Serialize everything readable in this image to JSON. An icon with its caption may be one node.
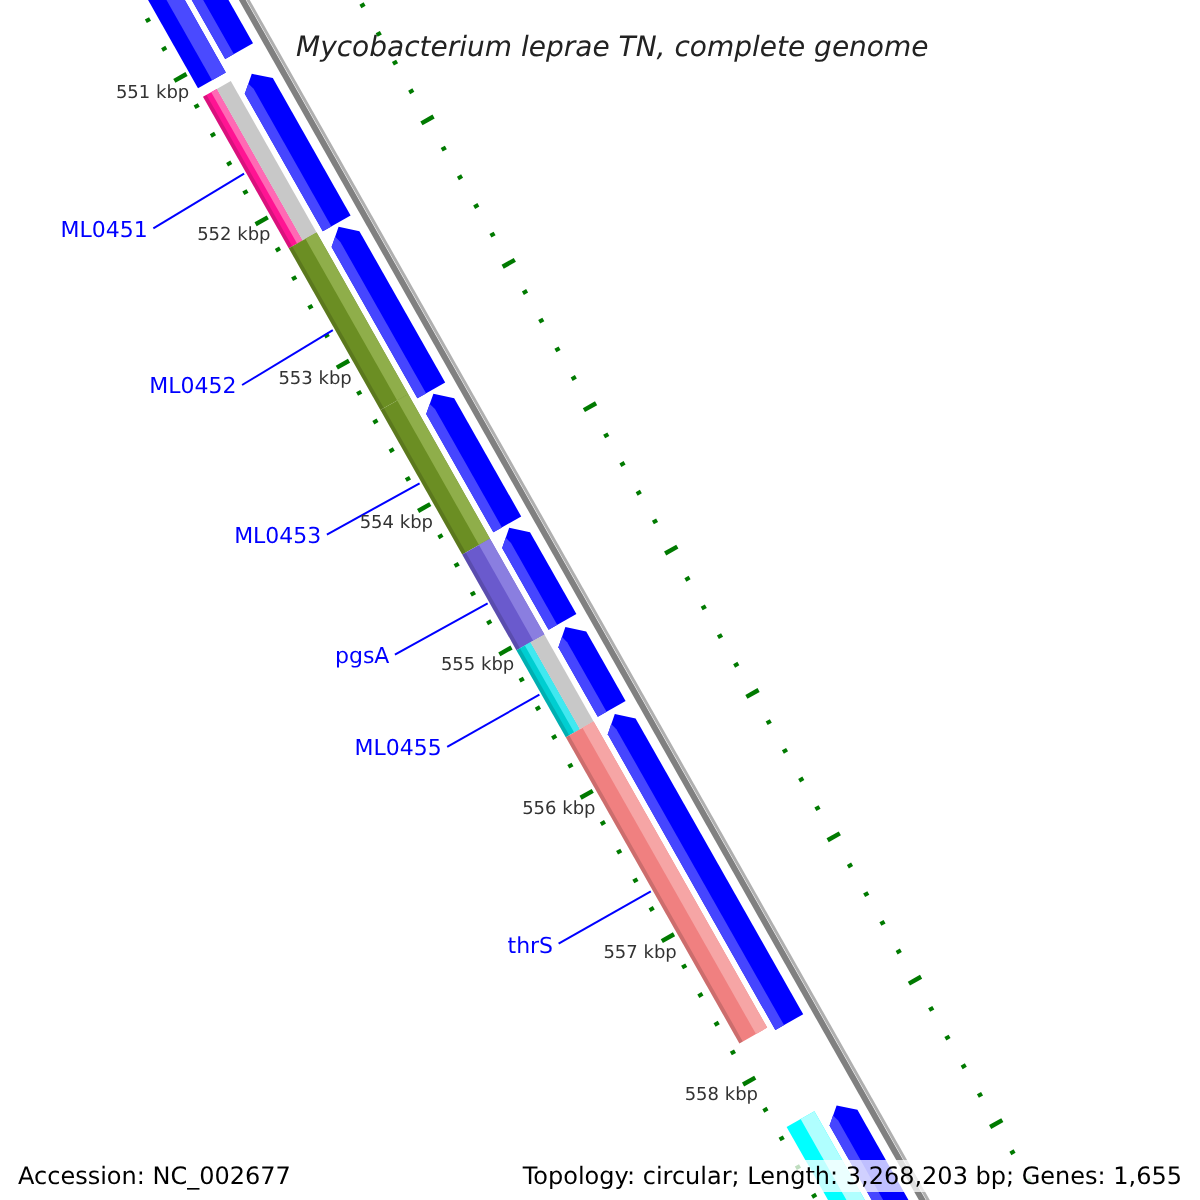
{
  "diagram": {
    "title": "Mycobacterium leprae TN, complete genome",
    "nodes": [
      {
        "text": [
          "ML0451"
        ]
      },
      {
        "text": [
          "ML0452"
        ]
      },
      {
        "text": [
          "ML0453"
        ]
      },
      {
        "text": [
          "pgsA"
        ]
      },
      {
        "text": [
          "ML0455"
        ]
      },
      {
        "text": [
          "thrS"
        ]
      },
      {
        "text": [],
        "shape": "bar"
      },
      {
        "text": [],
        "shape": "bar"
      },
      {
        "text": [],
        "shape": "bar"
      },
      {
        "text": [],
        "shape": "bar"
      },
      {
        "text": [],
        "shape": "bar"
      },
      {
        "text": [],
        "shape": "bar"
      }
    ],
    "edges": [
      {
        "from": 0,
        "to": 6,
        "arrow": "none"
      },
      {
        "from": 1,
        "to": 7,
        "arrow": "none"
      },
      {
        "from": 2,
        "to": 8,
        "arrow": "none"
      },
      {
        "from": 3,
        "to": 9,
        "arrow": "none"
      },
      {
        "from": 4,
        "to": 10,
        "arrow": "none"
      },
      {
        "from": 5,
        "to": 11,
        "arrow": "none"
      }
    ],
    "labels": [
      "551 kbp",
      "552 kbp",
      "553 kbp",
      "554 kbp",
      "555 kbp",
      "556 kbp",
      "557 kbp",
      "558 kbp",
      "Accession: NC_002677",
      "Topology: circular; Length: 3,268,203 bp; Genes: 1,655"
    ]
  }
}
